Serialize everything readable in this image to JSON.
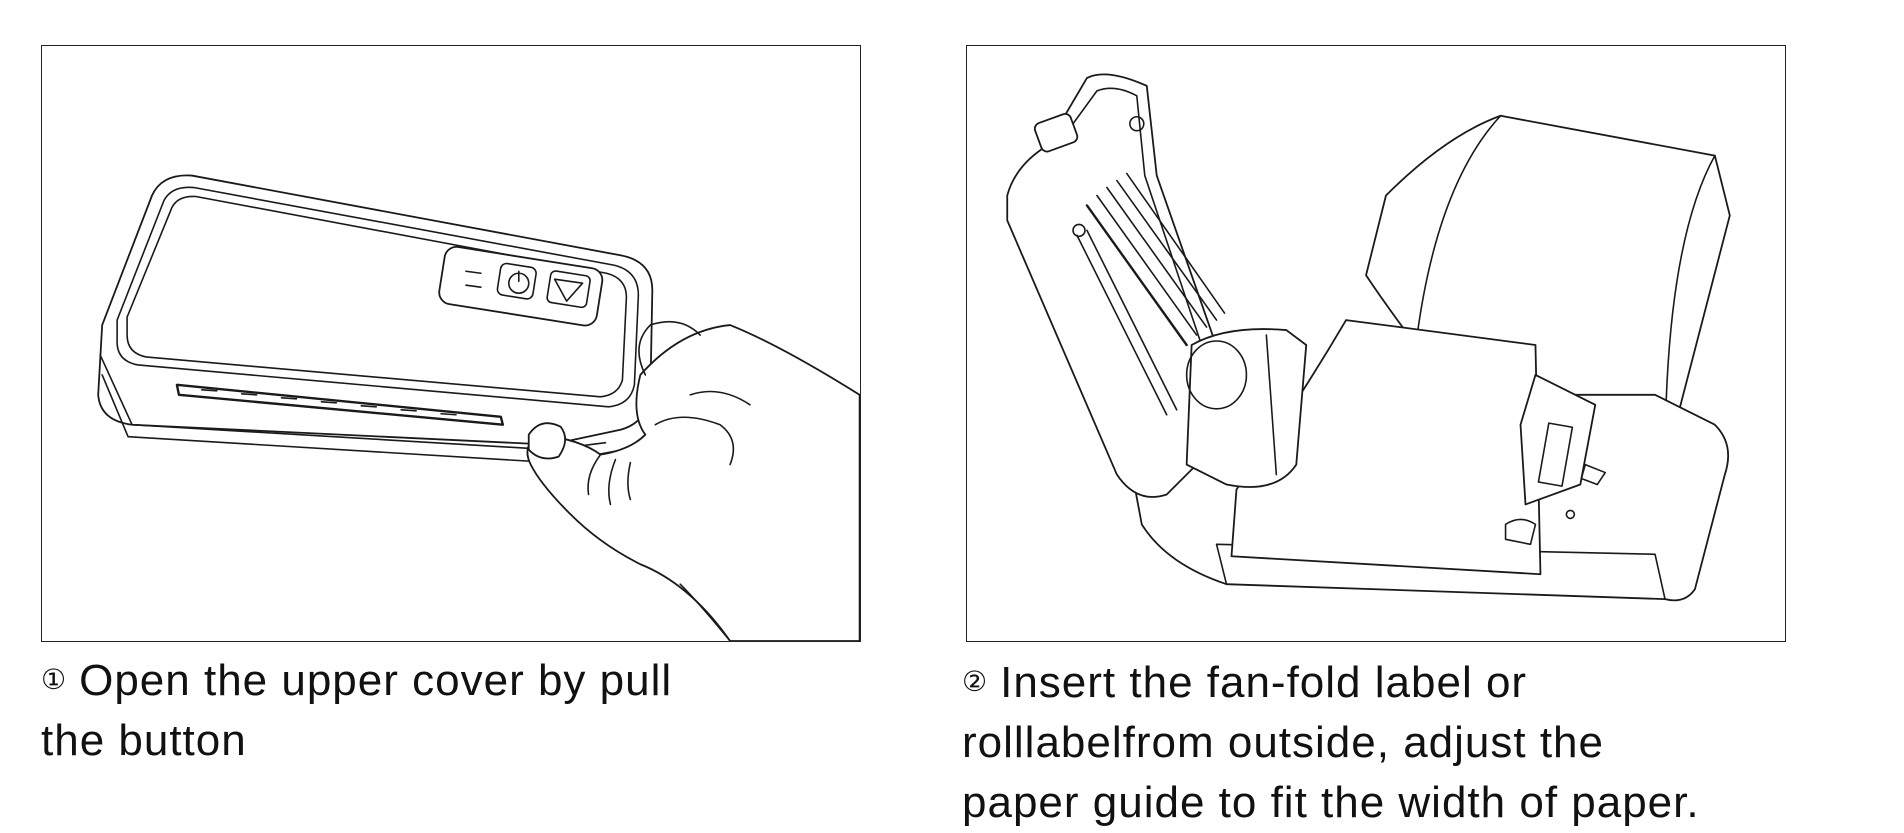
{
  "steps": [
    {
      "number": "①",
      "caption_lines": [
        "Open the upper cover by pull",
        "the  button"
      ],
      "illustration_icon": "printer-open-cover-illustration"
    },
    {
      "number": "②",
      "caption_lines": [
        "Insert the fan-fold label or",
        "rolllabelfrom outside, adjust the",
        "paper guide to fit the width of paper."
      ],
      "illustration_icon": "printer-load-label-illustration"
    }
  ]
}
